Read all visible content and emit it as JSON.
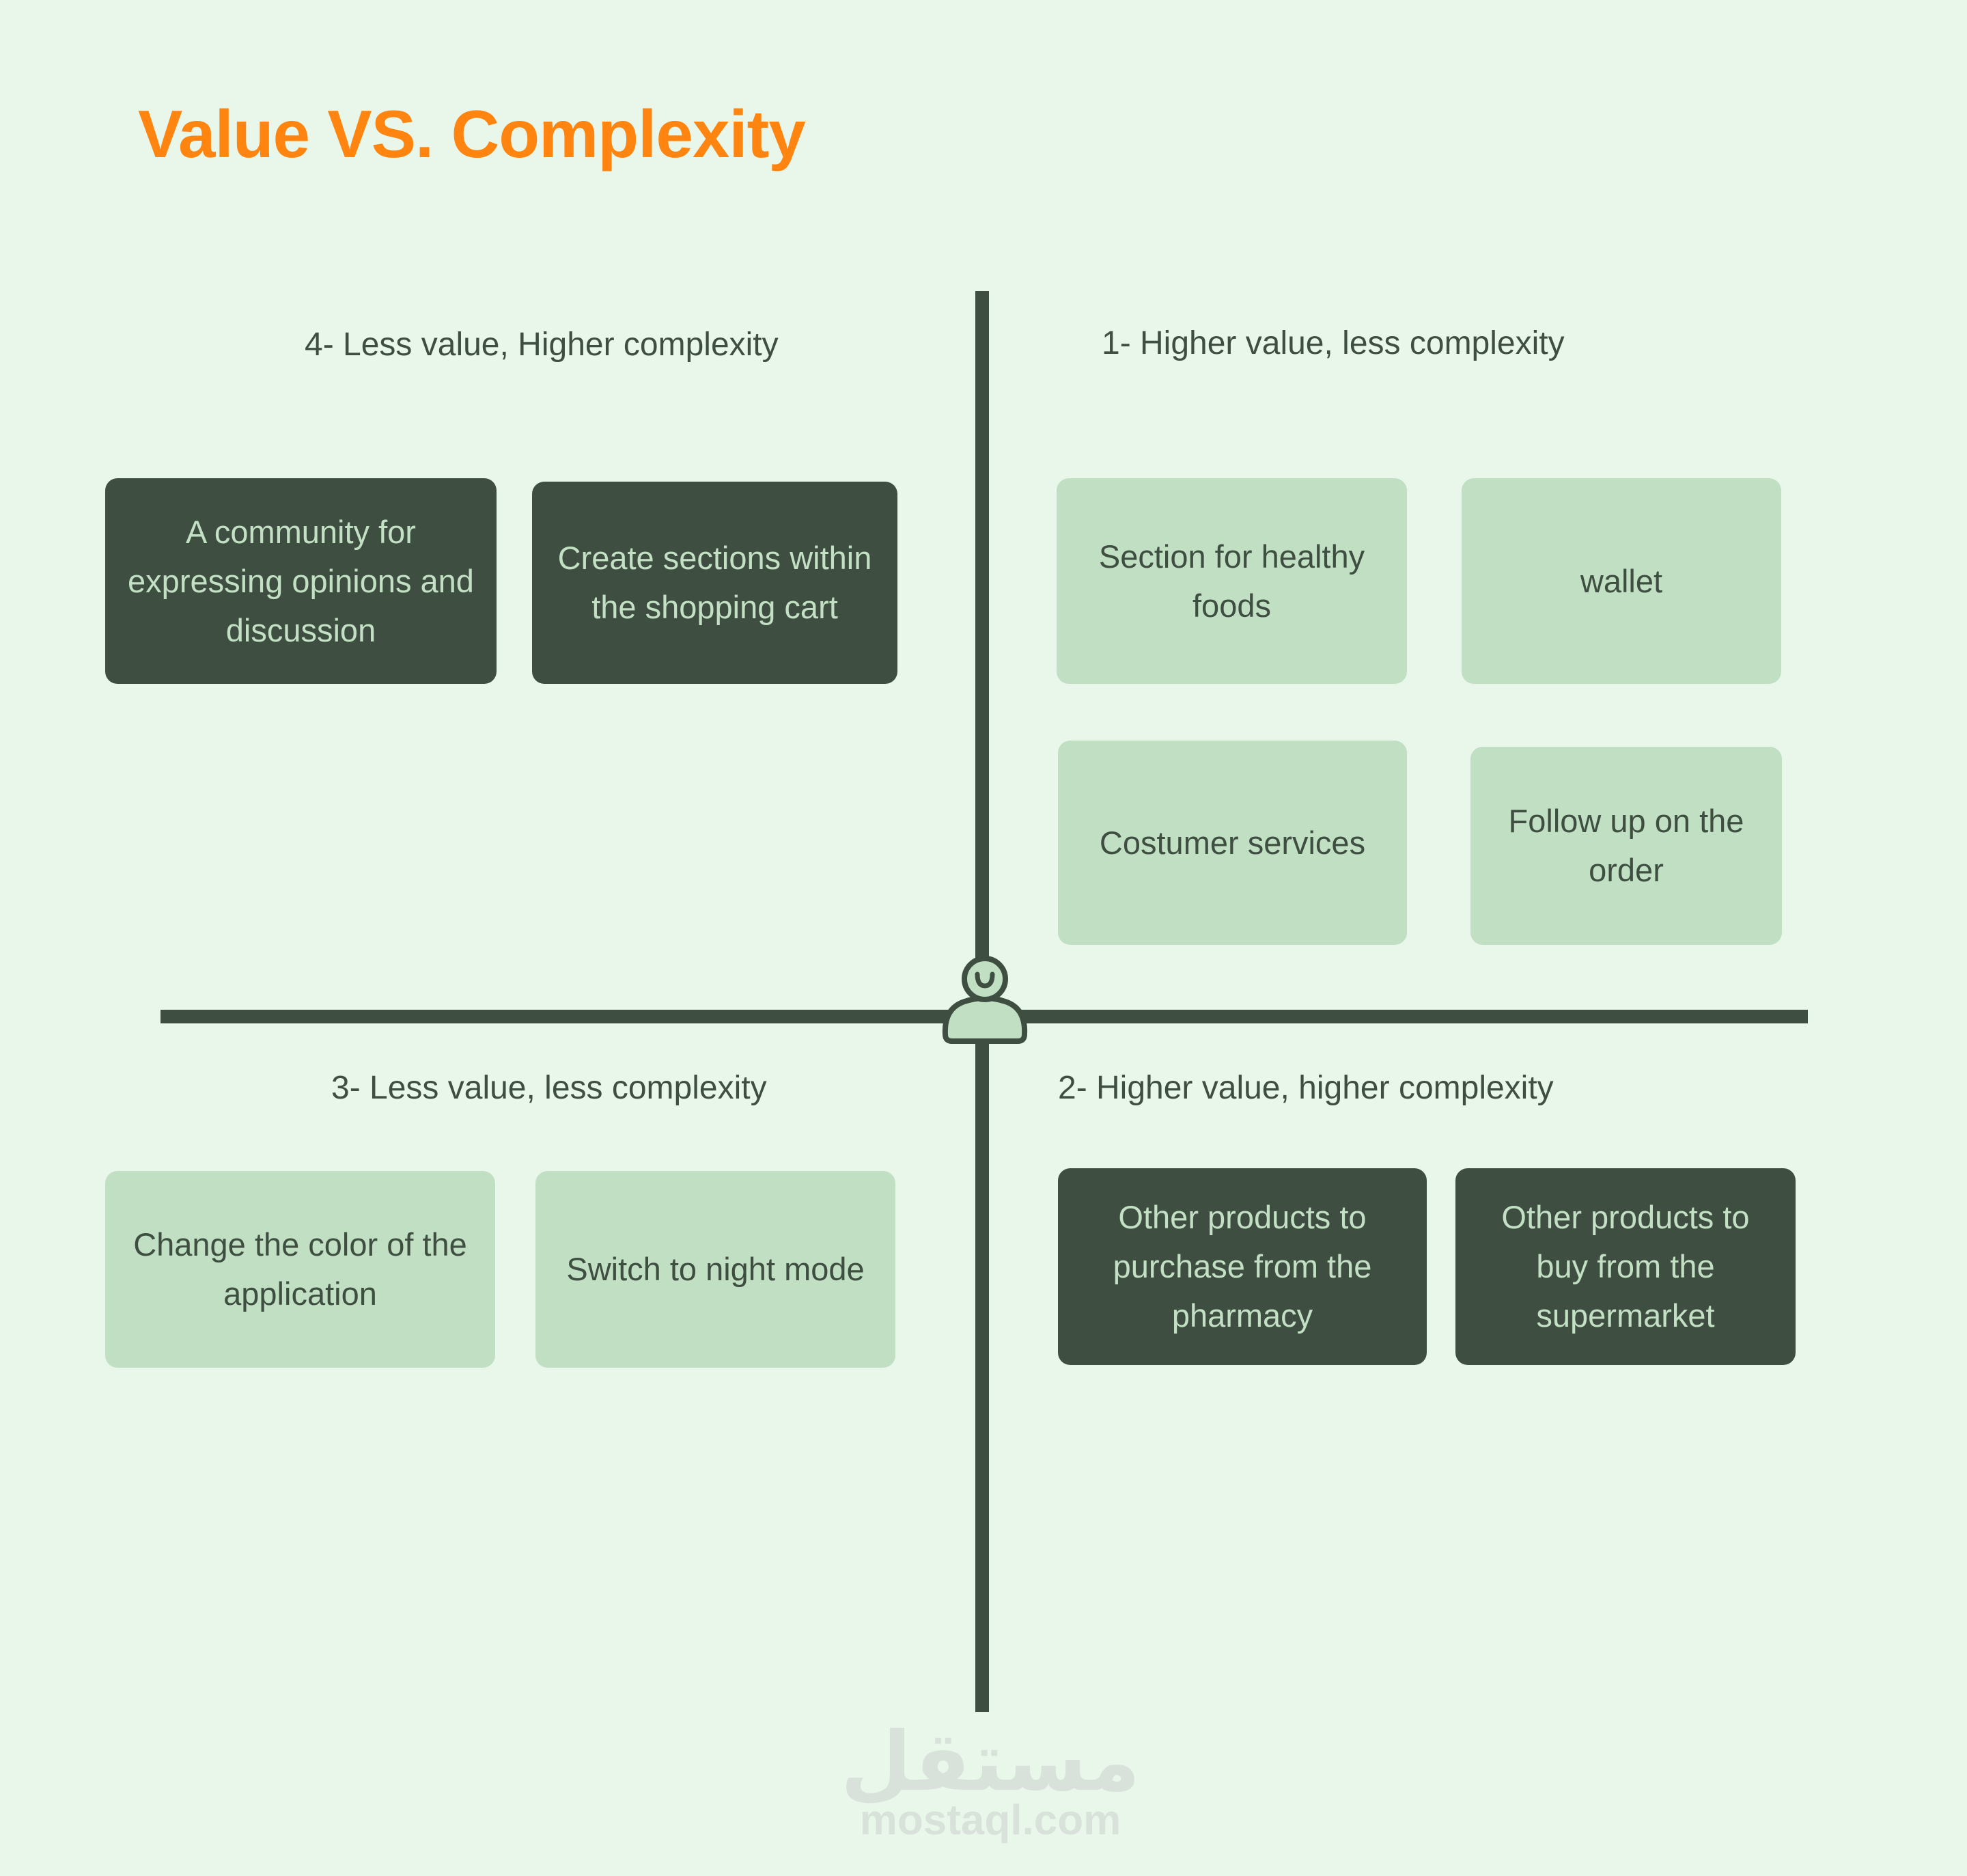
{
  "title": "Value VS. Complexity",
  "quadrants": {
    "q1": {
      "heading": "1- Higher value, less complexity",
      "items": [
        "Section for healthy foods",
        "wallet",
        "Costumer services",
        "Follow up on the order"
      ]
    },
    "q2": {
      "heading": "2- Higher value, higher complexity",
      "items": [
        "Other products to purchase from the pharmacy",
        "Other products to buy from the supermarket"
      ]
    },
    "q3": {
      "heading": "3- Less value, less complexity",
      "items": [
        "Change the color of the application",
        "Switch to night mode"
      ]
    },
    "q4": {
      "heading": "4-  Less value, Higher complexity",
      "items": [
        "A community for expressing opinions and discussion",
        "Create sections within the shopping cart"
      ]
    }
  },
  "center_icon": "user-icon",
  "watermark": {
    "arabic": "مستقل",
    "latin": "mostaql.com"
  },
  "colors": {
    "background": "#e9f7ea",
    "dark": "#3e4f41",
    "light": "#c1dfc3",
    "accent": "#ff8410"
  }
}
